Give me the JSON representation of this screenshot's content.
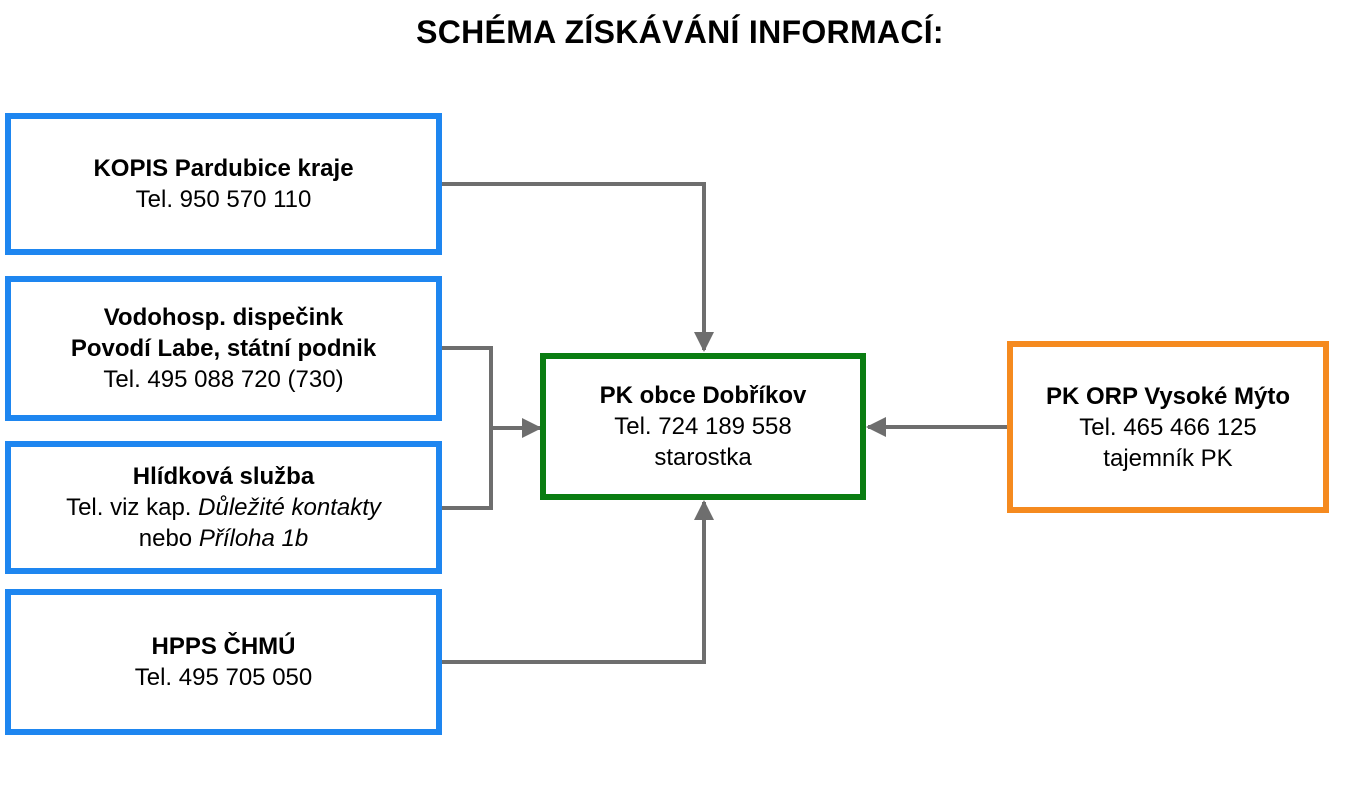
{
  "title": "SCHÉMA ZÍSKÁVÁNÍ INFORMACÍ:",
  "colors": {
    "source_border": "#1e86f0",
    "center_border": "#0a7d12",
    "orp_border": "#f58a1f",
    "arrow": "#6e6e6e"
  },
  "sources": {
    "kopis": {
      "name": "KOPIS Pardubice kraje",
      "phone": "Tel. 950 570 110"
    },
    "vodohosp": {
      "name_line1": "Vodohosp. dispečink",
      "name_line2": "Povodí Labe, státní podnik",
      "phone": "Tel. 495 088 720 (730)"
    },
    "hlidkova": {
      "name": "Hlídková služba",
      "phone_prefix": "Tel. viz kap.",
      "phone_ref": "Důležité kontakty",
      "or_word": "nebo",
      "appendix_ref": "Příloha 1b"
    },
    "hpps": {
      "name": "HPPS ČHMÚ",
      "phone": "Tel. 495 705 050"
    }
  },
  "center": {
    "name": "PK obce Dobříkov",
    "phone": "Tel. 724 189 558",
    "role": "starostka"
  },
  "orp": {
    "name": "PK ORP Vysoké Mýto",
    "phone": "Tel. 465 466 125",
    "role": "tajemník PK"
  }
}
